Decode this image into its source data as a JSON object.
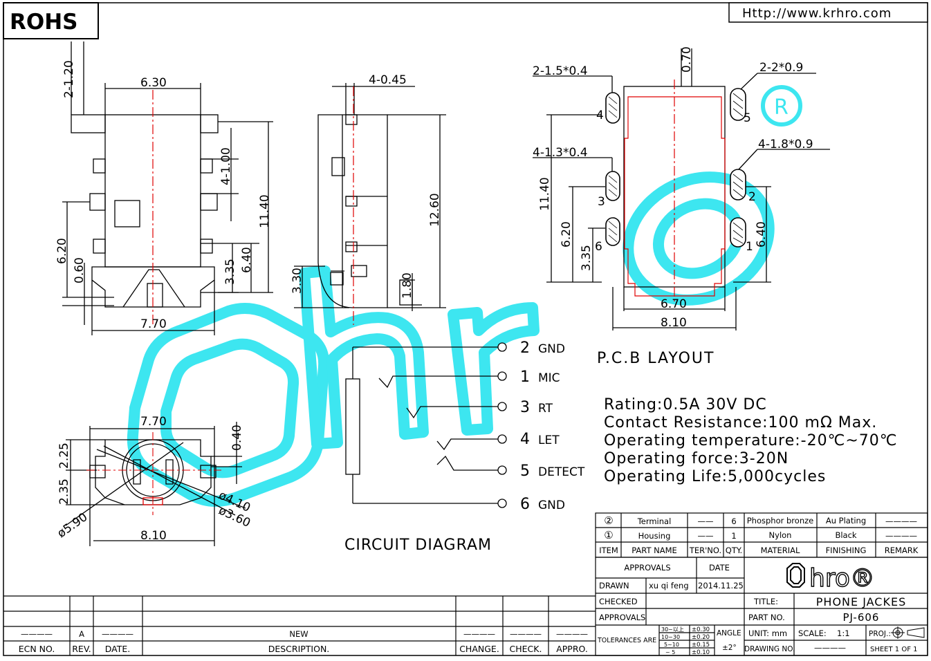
{
  "header": {
    "rohs": "ROHS",
    "url": "Http://www.krhro.com"
  },
  "front_view": {
    "dims": {
      "pin_w": "2-1.20",
      "width": "6.30",
      "pitch": "4-1.00",
      "h1": "11.40",
      "h2": "6.40",
      "h3": "3.35",
      "l1": "6.20",
      "l2": "0.60",
      "bottom": "7.70"
    }
  },
  "side_view": {
    "dims": {
      "top": "4-0.45",
      "height": "12.60",
      "h": "3.30",
      "h2": "1.80"
    }
  },
  "bottom_view": {
    "dims": {
      "top": "7.70",
      "d1": "0.40",
      "d2": "2.25",
      "d3": "2.35",
      "dia1": "ø4.10",
      "dia2": "ø3.60",
      "dia3": "ø5.90",
      "bottom": "8.10"
    }
  },
  "pcb": {
    "title": "P.C.B LAYOUT",
    "dims": {
      "t1": "2-1.5*0.4",
      "t2": "2-2*0.9",
      "t3": "4-1.3*0.4",
      "t4": "4-1.8*0.9",
      "v1": "0.70",
      "v2": "11.40",
      "v3": "6.20",
      "v4": "3.35",
      "v5": "6.40",
      "w1": "6.70",
      "w2": "8.10"
    },
    "pins": [
      "4",
      "5",
      "3",
      "2",
      "6",
      "1"
    ]
  },
  "circuit": {
    "title": "CIRCUIT DIAGRAM",
    "pins": [
      {
        "num": "2",
        "name": "GND"
      },
      {
        "num": "1",
        "name": "MIC"
      },
      {
        "num": "3",
        "name": "RT"
      },
      {
        "num": "4",
        "name": "LET"
      },
      {
        "num": "5",
        "name": "DETECT"
      },
      {
        "num": "6",
        "name": "GND"
      }
    ]
  },
  "specs": [
    "Rating:0.5A 30V DC",
    "Contact Resistance:100 mΩ Max.",
    "Operating temperature:-20℃~70℃",
    "Operating force:3-20N",
    "Operating Life:5,000cycles"
  ],
  "bom": {
    "rows": [
      {
        "item": "②",
        "part": "Terminal",
        "ter": "——",
        "qty": "6",
        "material": "Phosphor bronze",
        "finishing": "Au Plating",
        "remark": "————"
      },
      {
        "item": "①",
        "part": "Housing",
        "ter": "——",
        "qty": "1",
        "material": "Nylon",
        "finishing": "Black",
        "remark": "————"
      }
    ],
    "headers": {
      "item": "ITEM",
      "part": "PART NAME",
      "ter": "TER'NO.",
      "qty": "QTY.",
      "material": "MATERIAL",
      "finishing": "FINISHING",
      "remark": "REMARK"
    }
  },
  "title_block": {
    "approvals": "APPROVALS",
    "date": "DATE",
    "drawn": "DRAWN",
    "drawn_by": "xu qi feng",
    "drawn_date": "2014.11.25",
    "checked": "CHECKED",
    "approvals2": "APPROVALS",
    "title_label": "TITLE:",
    "title": "PHONE JACKES",
    "part_no_label": "PART NO.",
    "part_no": "PJ-606",
    "tolerances": "TOLERANCES ARE",
    "tol_ranges": [
      "30~以上",
      "10~30",
      "5~10",
      "~ 5"
    ],
    "tol_values": [
      "±0.30",
      "±0.20",
      "±0.15",
      "±0.10"
    ],
    "angle": "ANGLE",
    "angle_val": "±2°",
    "unit": "UNIT: mm",
    "scale": "SCALE:",
    "scale_val": "1:1",
    "proj": "PROJ.:",
    "drawing_no": "DRAWING NO.",
    "drawing_no_val": "————",
    "sheet": "SHEET 1 OF 1",
    "logo": "hro®"
  },
  "revision": {
    "headers": [
      "ECN NO.",
      "REV.",
      "DATE.",
      "DESCRIPTION.",
      "CHANGE.",
      "CHECK.",
      "APPRO."
    ],
    "row": [
      "————",
      "A",
      "————",
      "NEW",
      "————",
      "————",
      "————"
    ]
  },
  "colors": {
    "watermark": "#3de6f0",
    "centerline": "#e00000",
    "ink": "#000000"
  }
}
